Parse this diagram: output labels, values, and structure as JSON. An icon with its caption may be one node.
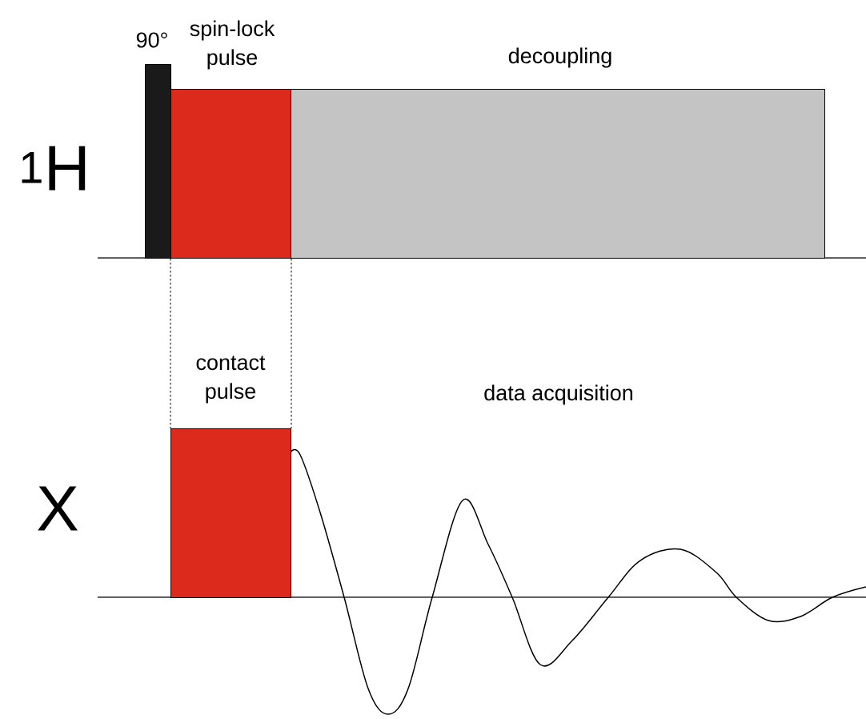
{
  "diagram": {
    "nodes": [
      {
        "text": [
          "90°"
        ]
      },
      {
        "text": [
          "spin-lock pulse"
        ]
      },
      {
        "text": [
          "decoupling"
        ]
      },
      {
        "text": [
          "contact pulse"
        ]
      }
    ],
    "edges": [
      {
        "from": 1,
        "to": 3,
        "arrow": "none",
        "style": "dashed"
      },
      {
        "from": 1,
        "to": 3,
        "arrow": "none",
        "style": "dashed"
      }
    ],
    "labels": [
      "$^{1}$H",
      "X",
      "data acquisition"
    ]
  }
}
